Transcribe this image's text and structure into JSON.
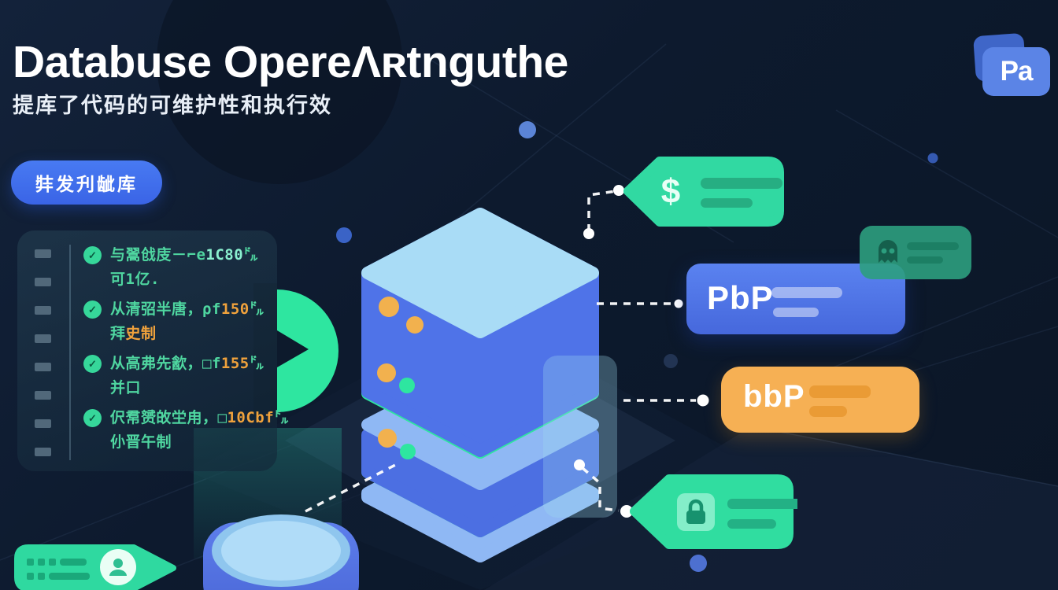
{
  "page": {
    "title": "Databuse OpereΛʀtnguthe",
    "subtitle": "提库了代码的可维护性和执行效"
  },
  "logo": {
    "text": "Pa"
  },
  "cta_button": {
    "label": "弉发刋龇库"
  },
  "feature_list": {
    "bullet_glyph": "✓",
    "items": [
      {
        "line1": [
          {
            "text": "与翯戗庋－⌐e",
            "color": "#4fd6a0"
          },
          {
            "text": "1C80",
            "color": "#8af0cf"
          },
          {
            "text": "㌦",
            "color": "#4fd6a0"
          }
        ],
        "line2": [
          {
            "text": "可1亿.",
            "color": "#4fd6a0"
          }
        ]
      },
      {
        "line1": [
          {
            "text": "从清弨半唐，ρf",
            "color": "#4fd6a0"
          },
          {
            "text": "150",
            "color": "#f0a23c"
          },
          {
            "text": "㌦",
            "color": "#4fd6a0"
          }
        ],
        "line2": [
          {
            "text": "拜",
            "color": "#4fd6a0"
          },
          {
            "text": "史制",
            "color": "#f0a23c"
          }
        ]
      },
      {
        "line1": [
          {
            "text": "从高弗先㱃，□f",
            "color": "#4fd6a0"
          },
          {
            "text": "155",
            "color": "#f0a23c"
          },
          {
            "text": "㌦",
            "color": "#4fd6a0"
          }
        ],
        "line2": [
          {
            "text": "并口",
            "color": "#4fd6a0"
          }
        ]
      },
      {
        "line1": [
          {
            "text": "伬帬赟敀坣甪，□",
            "color": "#4fd6a0"
          },
          {
            "text": "10Cbf",
            "color": "#f0a23c"
          },
          {
            "text": "㌦",
            "color": "#4fd6a0"
          }
        ],
        "line2": [
          {
            "text": "仦晋午制",
            "color": "#4fd6a0"
          }
        ]
      }
    ]
  },
  "callouts": {
    "dollar": {
      "symbol": "$",
      "icon": "dollar-icon",
      "color": "#31d9a2"
    },
    "php": {
      "label": "PbP",
      "color": "#4e79ea"
    },
    "ghost": {
      "icon": "ghost-icon",
      "color": "#2c9e7e"
    },
    "bbp": {
      "label": "bbP",
      "color": "#f6b054"
    },
    "lock": {
      "icon": "lock-icon",
      "color": "#30dda0"
    },
    "list_tag": {
      "icon": "user-icon",
      "color": "#2fd9a0"
    }
  },
  "colors": {
    "background": "#0d1a2c",
    "accent_green": "#2ee6a0",
    "accent_blue": "#4e79ea",
    "accent_orange": "#f6b054",
    "server_top": "#a9dcf6",
    "server_side": "#4f73e8"
  }
}
